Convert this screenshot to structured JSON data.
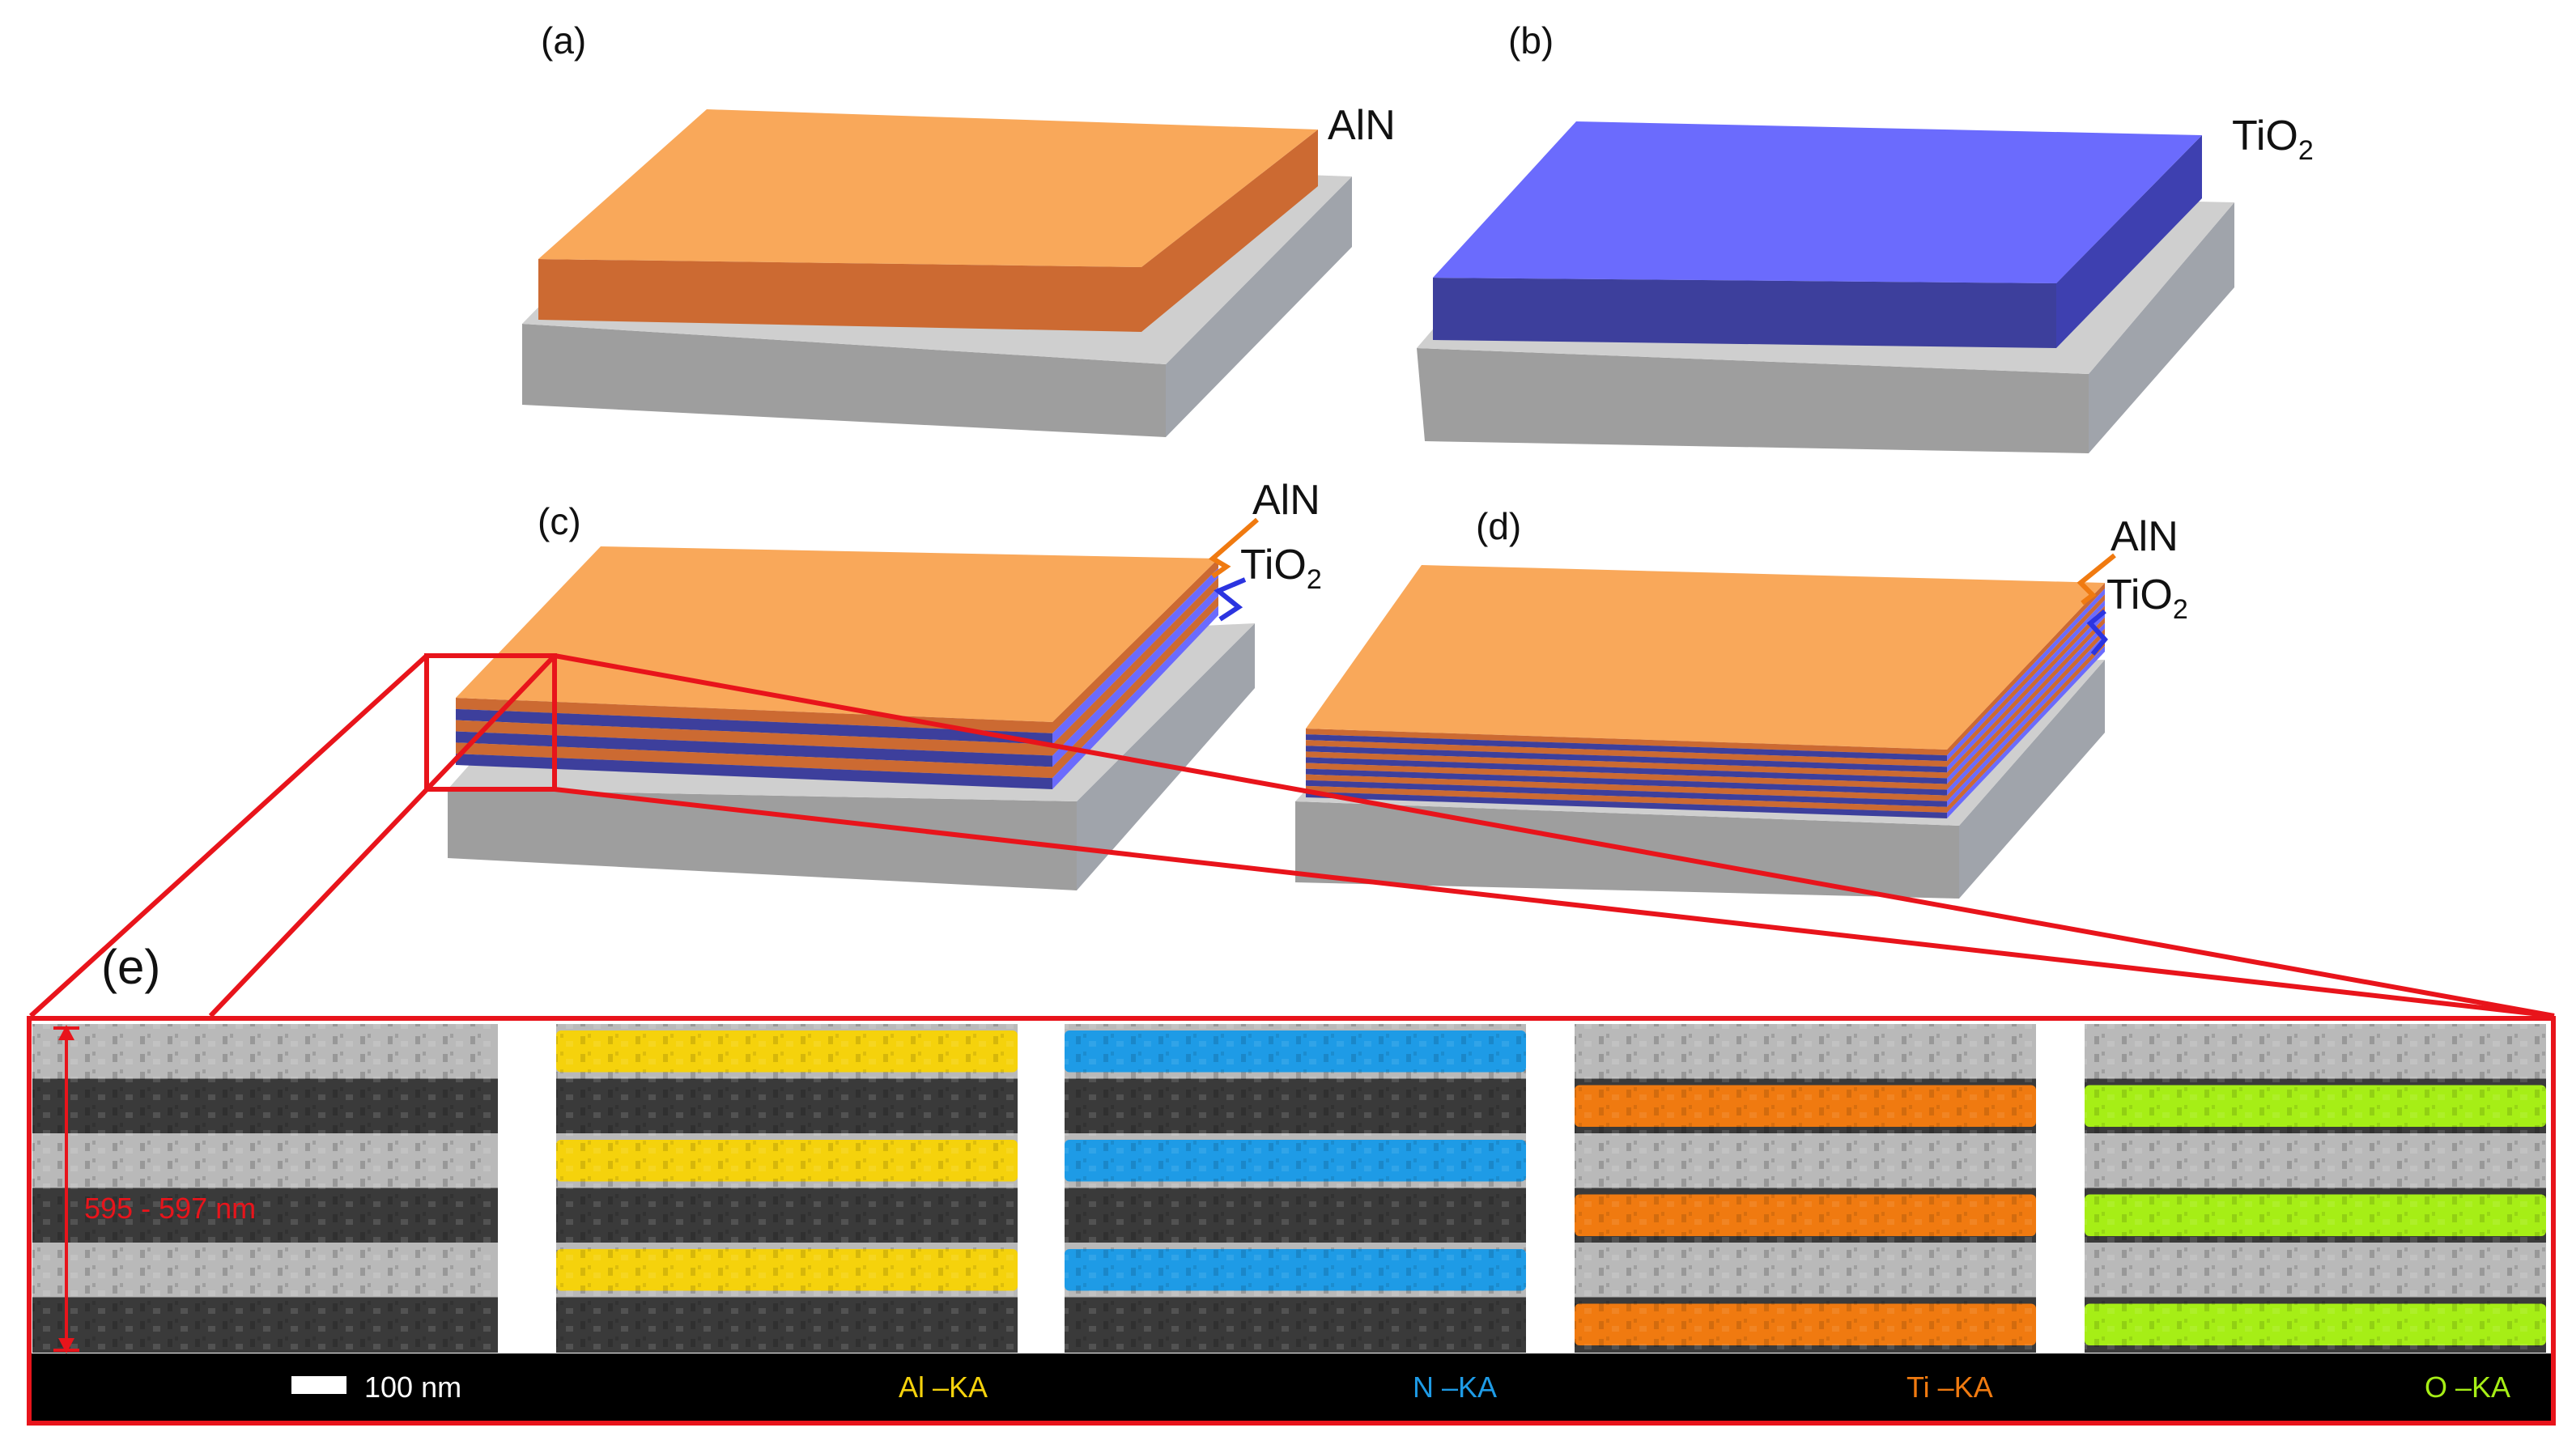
{
  "panels": {
    "a": {
      "tag": "(a)",
      "material": "AlN",
      "sub": ""
    },
    "b": {
      "tag": "(b)",
      "material": "TiO",
      "sub": "2"
    },
    "c": {
      "tag": "(c)",
      "label_top": "AlN",
      "label_bottom": "TiO",
      "label_bottom_sub": "2",
      "layer_pairs": 3
    },
    "d": {
      "tag": "(d)",
      "label_top": "AlN",
      "label_bottom": "TiO",
      "label_bottom_sub": "2",
      "layer_pairs": 6
    },
    "e": {
      "tag": "(e)",
      "thickness": "595 - 597 nm",
      "scale_bar": "100 nm",
      "maps": [
        {
          "label": "Al –KA",
          "color": "#f5d20c"
        },
        {
          "label": "N –KA",
          "color": "#1e9be6"
        },
        {
          "label": "Ti –KA",
          "color": "#f07a10"
        },
        {
          "label": "O –KA",
          "color": "#a6ee16"
        }
      ]
    }
  },
  "colors": {
    "aln": "#f9a85a",
    "aln_side": "#cc6a32",
    "tio2": "#6b6bfd",
    "tio2_side": "#3d3f9c",
    "substrate_top": "#cfcfcf",
    "substrate_front": "#9e9e9e",
    "substrate_side": "#a0a4ab",
    "highlight": "#e8141b"
  }
}
